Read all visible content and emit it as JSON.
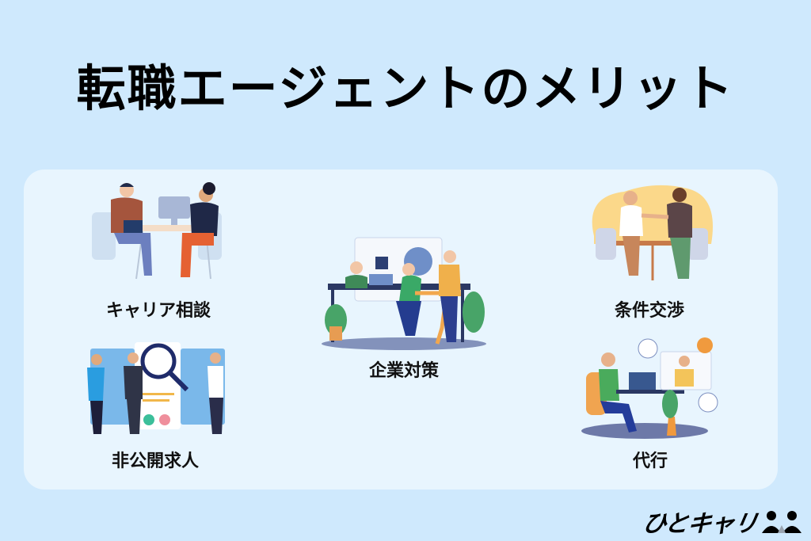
{
  "title": "転職エージェントのメリット",
  "cards": [
    {
      "id": "career-consultation",
      "label": "キャリア相談",
      "icon": "meeting-illustration"
    },
    {
      "id": "company-prep",
      "label": "企業対策",
      "icon": "team-presentation-illustration"
    },
    {
      "id": "negotiation",
      "label": "条件交渉",
      "icon": "handshake-illustration"
    },
    {
      "id": "hidden-jobs",
      "label": "非公開求人",
      "icon": "candidate-search-illustration"
    },
    {
      "id": "proxy",
      "label": "代行",
      "icon": "remote-agent-illustration"
    }
  ],
  "logo": {
    "text": "ひとキャリ",
    "icon": "people-icon"
  },
  "colors": {
    "background": "#cfe9fd",
    "panel": "#e8f5fe",
    "text": "#000000"
  }
}
